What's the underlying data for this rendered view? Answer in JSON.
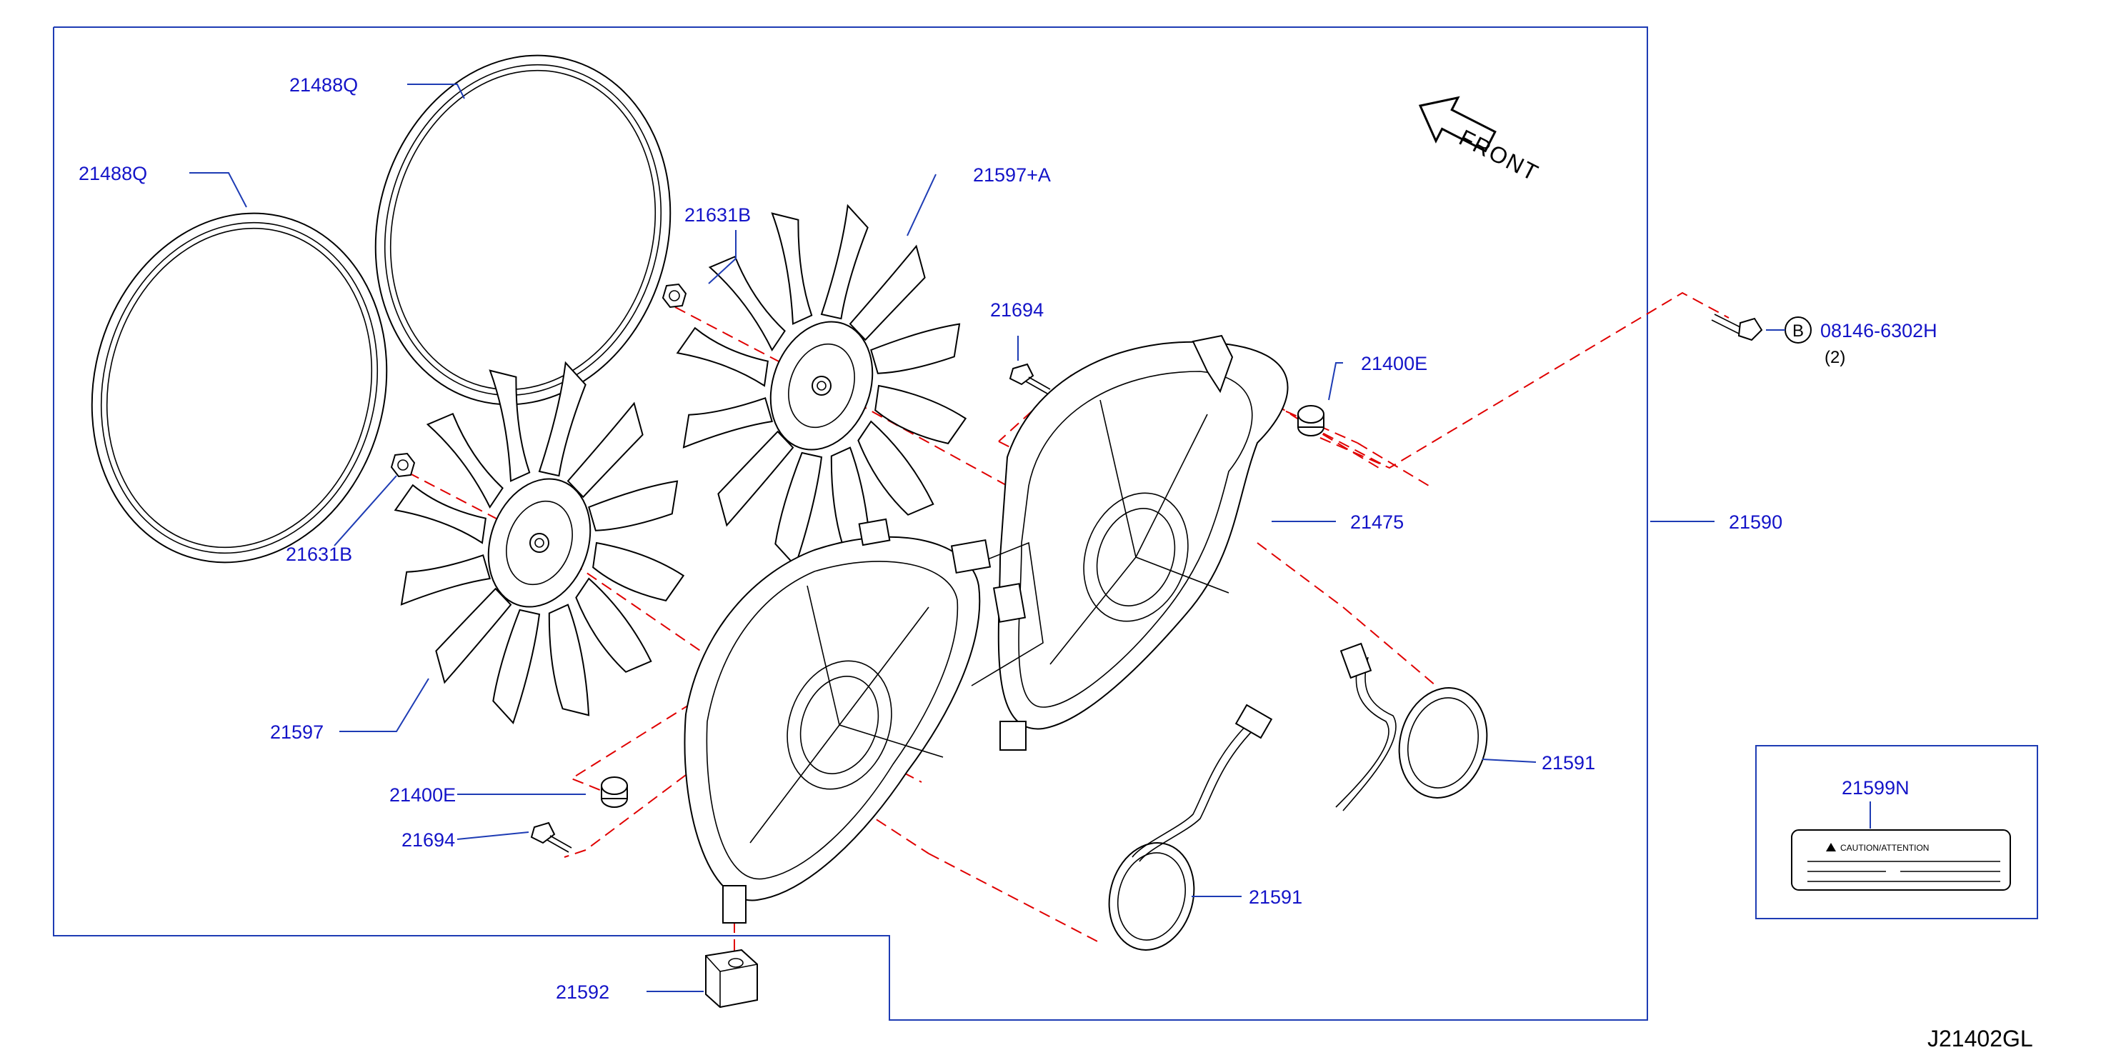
{
  "parts": {
    "p21488Q_a": "21488Q",
    "p21488Q_b": "21488Q",
    "p21631B_a": "21631B",
    "p21631B_b": "21631B",
    "p21597A": "21597+A",
    "p21597": "21597",
    "p21694_a": "21694",
    "p21694_b": "21694",
    "p21400E_a": "21400E",
    "p21400E_b": "21400E",
    "p21475": "21475",
    "p21590": "21590",
    "p21591_a": "21591",
    "p21591_b": "21591",
    "p21592": "21592",
    "p21599N": "21599N",
    "p08146": "08146-6302H"
  },
  "bolt_marker": "B",
  "bolt_qty": "(2)",
  "front_label": "FRONT",
  "caution_label_text": "CAUTION/ATTENTION",
  "diagram_code": "J21402GL",
  "colors": {
    "label_blue": "#1414c8",
    "leader_blue": "#1e3cb4",
    "dash_red": "#e00000"
  }
}
